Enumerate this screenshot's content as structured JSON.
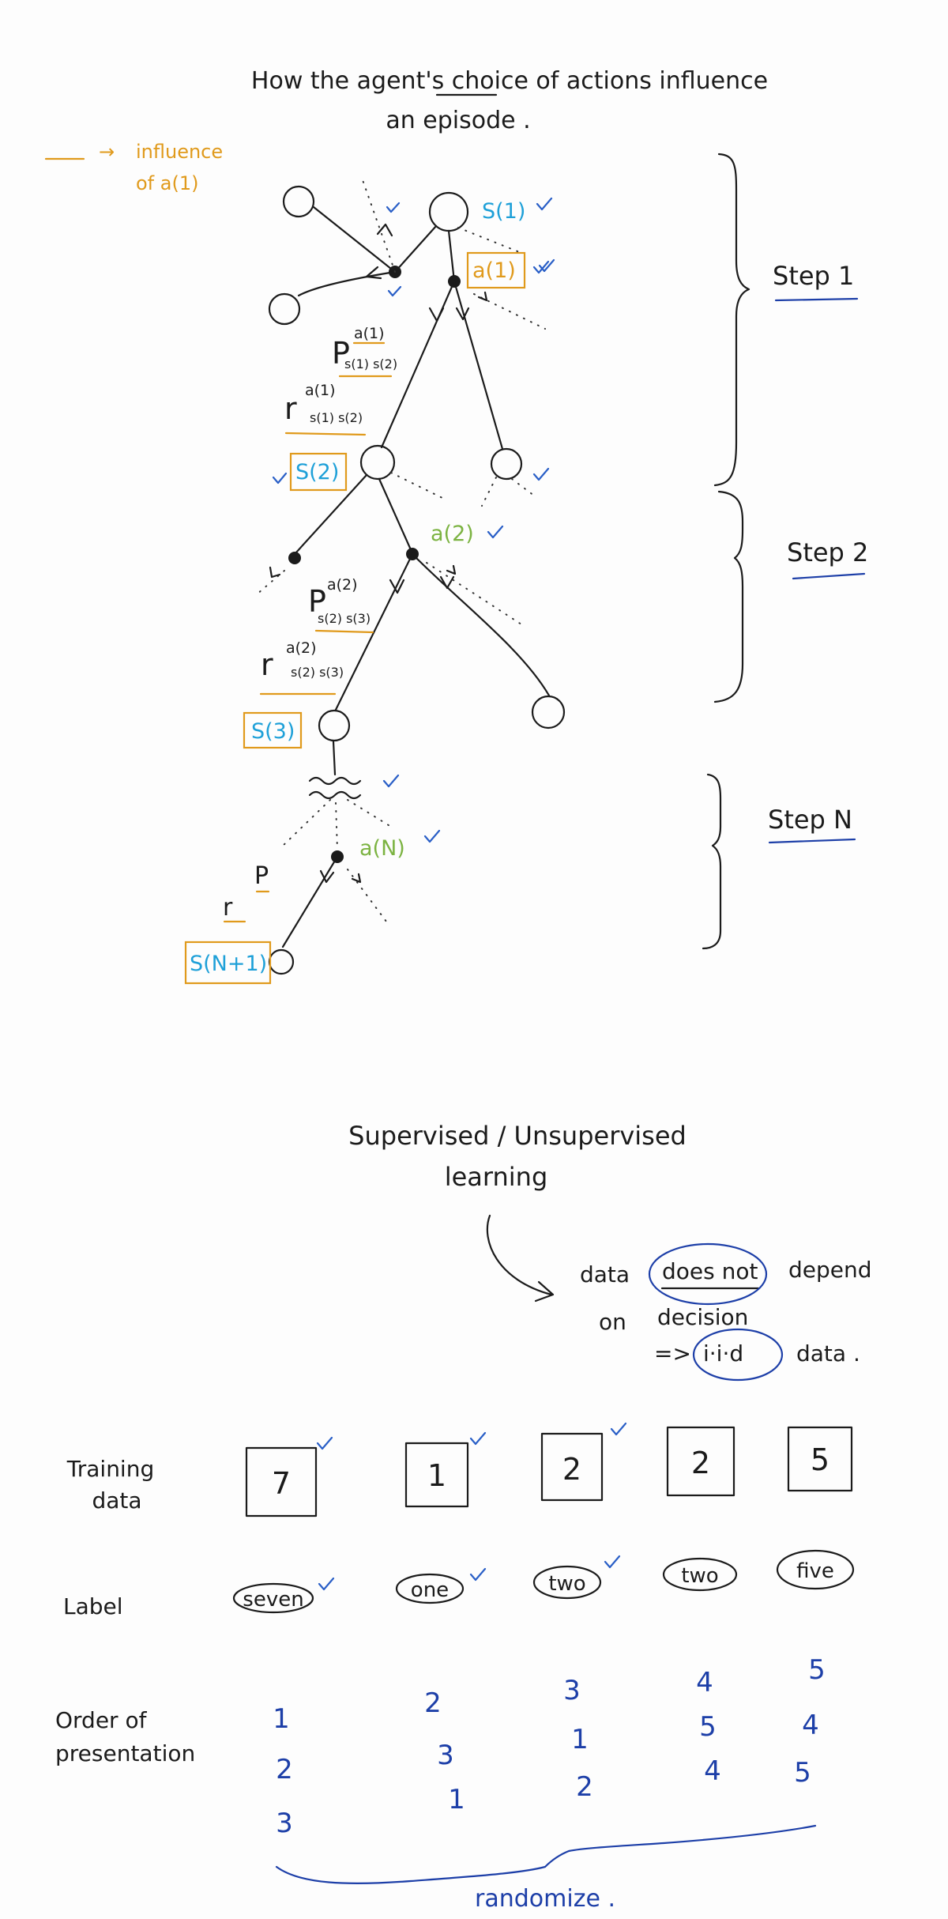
{
  "colors": {
    "ink": "#1b1b1b",
    "state_cyan": "#1ea0d8",
    "highlight_orange": "#e09a1c",
    "action_green": "#7cb342",
    "check_blue": "#2a5fc7",
    "annotation_blue": "#1d3fa8"
  },
  "tree_section": {
    "title_line1": "How the agent's choice of actions influence",
    "title_line2": "an episode .",
    "legend_arrow": "→",
    "legend_text_line1": "influence",
    "legend_text_line2": "of a(1)",
    "states": {
      "s1": "S(1)",
      "s2": "S(2)",
      "s3": "S(3)",
      "sn1": "S(N+1)"
    },
    "actions": {
      "a1": "a(1)",
      "a2": "a(2)",
      "an": "a(N)"
    },
    "transitions": {
      "p1_base": "P",
      "p1_sup": "a(1)",
      "p1_sub": "s(1) s(2)",
      "r1_base": "r",
      "r1_sup": "a(1)",
      "r1_sub": "s(1) s(2)",
      "p2_base": "P",
      "p2_sup": "a(2)",
      "p2_sub": "s(2) s(3)",
      "r2_base": "r",
      "r2_sup": "a(2)",
      "r2_sub": "s(2) s(3)",
      "pn": "P",
      "rn": "r"
    },
    "steps": [
      "Step 1",
      "Step 2",
      "Step N"
    ]
  },
  "learning_section": {
    "title_line1": "Supervised / Unsupervised",
    "title_line2": "learning",
    "data_word": "data",
    "does_not": "does not",
    "depend": "depend",
    "on_word": "on",
    "decision": "decision",
    "implies": "=>",
    "iid": "i·i·d",
    "iid_suffix": "data ."
  },
  "mnist_section": {
    "training_label_line1": "Training",
    "training_label_line2": "data",
    "label_row_label": "Label",
    "order_label_line1": "Order of",
    "order_label_line2": "presentation",
    "digits": [
      "7",
      "1",
      "2",
      "2",
      "5"
    ],
    "labels": [
      "seven",
      "one",
      "two",
      "two",
      "five"
    ],
    "orders": [
      [
        "1",
        "2",
        "3"
      ],
      [
        "2",
        "3",
        "1"
      ],
      [
        "3",
        "1",
        "2"
      ],
      [
        "4",
        "5",
        "4"
      ],
      [
        "5",
        "4",
        "5"
      ]
    ],
    "randomize": "randomize ."
  }
}
